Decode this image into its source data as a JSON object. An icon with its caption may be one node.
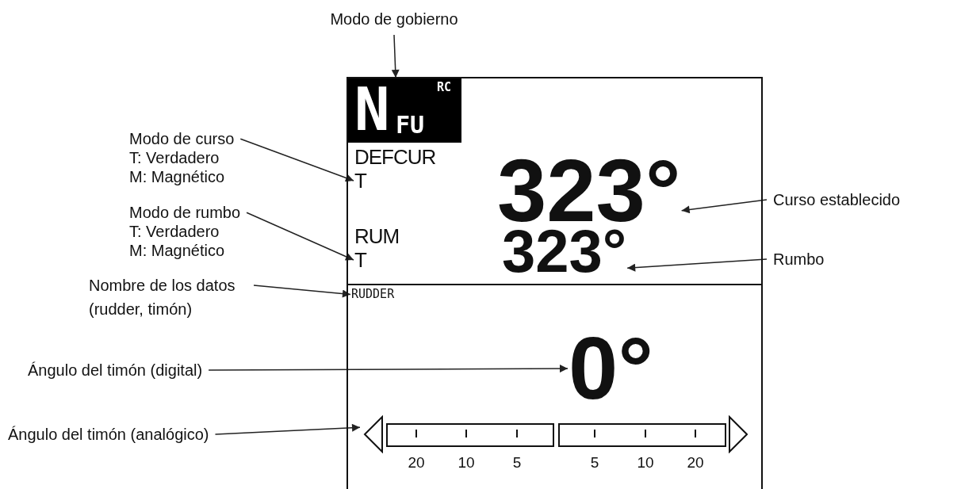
{
  "diagram": {
    "nodes": [
      {
        "text": [],
        "shape": "box"
      },
      {
        "text": [
          "N",
          "FU",
          "RC"
        ],
        "in": 0
      },
      {
        "text": [
          "DEFCUR",
          "T"
        ],
        "in": 0
      },
      {
        "text": [
          "323°"
        ],
        "in": 0
      },
      {
        "text": [
          "RUM",
          "T"
        ],
        "in": 0
      },
      {
        "text": [
          "323°"
        ],
        "in": 0
      },
      {
        "text": [
          "RUDDER"
        ],
        "in": 0
      },
      {
        "text": [
          "0°"
        ],
        "in": 0
      },
      {
        "text": [],
        "shape": "bar",
        "in": 0,
        "beside": [
          "20",
          "10",
          "5",
          "5",
          "10",
          "20"
        ]
      },
      {
        "text": [
          "Modo de gobierno"
        ]
      },
      {
        "text": [
          "Modo de curso",
          "T: Verdadero",
          "M: Magnético"
        ]
      },
      {
        "text": [
          "Modo de rumbo",
          "T: Verdadero",
          "M: Magnético"
        ]
      },
      {
        "text": [
          "Nombre de los datos (rudder, timón)"
        ]
      },
      {
        "text": [
          "Curso establecido"
        ]
      },
      {
        "text": [
          "Rumbo"
        ]
      },
      {
        "text": [
          "Ángulo del timón (digital)"
        ]
      },
      {
        "text": [
          "Ángulo del timón (analógico)"
        ]
      }
    ],
    "edges": [
      {
        "from": 9,
        "to": 1,
        "arrow": "to"
      },
      {
        "from": 10,
        "to": 2,
        "arrow": "to"
      },
      {
        "from": 11,
        "to": 4,
        "arrow": "to"
      },
      {
        "from": 12,
        "to": 6,
        "arrow": "to"
      },
      {
        "from": 13,
        "to": 3,
        "arrow": "to"
      },
      {
        "from": 14,
        "to": 5,
        "arrow": "to"
      },
      {
        "from": 15,
        "to": 7,
        "arrow": "to"
      },
      {
        "from": 16,
        "to": 8,
        "arrow": "to"
      }
    ]
  }
}
